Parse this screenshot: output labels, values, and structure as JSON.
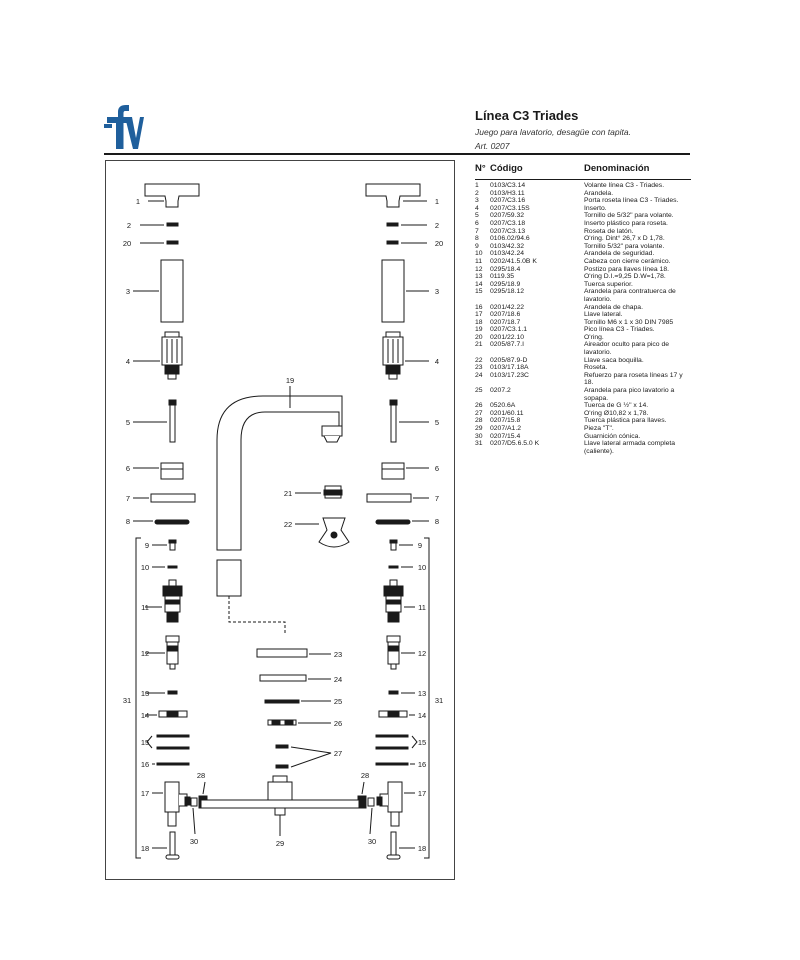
{
  "header": {
    "brand": "fv",
    "title": "Línea C3 Triades",
    "subtitle": "Juego para lavatorio, desagüe con tapita.",
    "article": "Art. 0207"
  },
  "parts_table": {
    "columns": {
      "number": "N°",
      "code": "Código",
      "name": "Denominación"
    },
    "rows": [
      {
        "n": "1",
        "code": "0103/C3.14",
        "name": "Volante línea C3 - Triades."
      },
      {
        "n": "2",
        "code": "0103/H3.11",
        "name": "Arandela."
      },
      {
        "n": "3",
        "code": "0207/C3.16",
        "name": "Porta roseta línea C3 - Triades."
      },
      {
        "n": "4",
        "code": "0207/C3.15S",
        "name": "Inserto."
      },
      {
        "n": "5",
        "code": "0207/59.32",
        "name": "Tornillo de 5/32\" para volante."
      },
      {
        "n": "6",
        "code": "0207/C3.18",
        "name": "Inserto plástico para roseta."
      },
      {
        "n": "7",
        "code": "0207/C3.13",
        "name": "Roseta de latón."
      },
      {
        "n": "8",
        "code": "0106.02/94.6",
        "name": "O'ring. Dint° 26,7 x D 1,78."
      },
      {
        "n": "9",
        "code": "0103/42.32",
        "name": "Tornillo 5/32\" para volante."
      },
      {
        "n": "10",
        "code": "0103/42.24",
        "name": "Arandela de seguridad."
      },
      {
        "n": "11",
        "code": "0202/41.5.0B K",
        "name": "Cabeza con cierre cerámico."
      },
      {
        "n": "12",
        "code": "0295/18.4",
        "name": "Postizo para llaves línea 18."
      },
      {
        "n": "13",
        "code": "0119.35",
        "name": "O'ring D.I.=9,25 D.W=1,78."
      },
      {
        "n": "14",
        "code": "0295/18.9",
        "name": "Tuerca superior."
      },
      {
        "n": "15",
        "code": "0295/18.12",
        "name": "Arandela para contratuerca de lavatorio."
      },
      {
        "n": "16",
        "code": "0201/42.22",
        "name": "Arandela de chapa."
      },
      {
        "n": "17",
        "code": "0207/18.6",
        "name": "Llave lateral."
      },
      {
        "n": "18",
        "code": "0207/18.7",
        "name": "Tornillo M6 x 1 x 30 DIN 7985"
      },
      {
        "n": "19",
        "code": "0207/C3.1.1",
        "name": "Pico línea C3 - Triades."
      },
      {
        "n": "20",
        "code": "0201/22.10",
        "name": "O'ring."
      },
      {
        "n": "21",
        "code": "0205/87.7.I",
        "name": "Aireador oculto para pico de lavatorio."
      },
      {
        "n": "22",
        "code": "0205/87.9-D",
        "name": "Llave saca boquilla."
      },
      {
        "n": "23",
        "code": "0103/17.18A",
        "name": "Roseta."
      },
      {
        "n": "24",
        "code": "0103/17.23C",
        "name": "Refuerzo para roseta líneas 17 y 18."
      },
      {
        "n": "25",
        "code": "0207.2",
        "name": "Arandela para pico lavatorio a sopapa."
      },
      {
        "n": "26",
        "code": "0520.6A",
        "name": "Tuerca de G ½\" x 14."
      },
      {
        "n": "27",
        "code": "0201/60.11",
        "name": "O'ring Ø10,82 x 1,78."
      },
      {
        "n": "28",
        "code": "0207/15.8",
        "name": "Tuerca plástica para llaves."
      },
      {
        "n": "29",
        "code": "0207/A1.2",
        "name": "Pieza \"T\"."
      },
      {
        "n": "30",
        "code": "0207/15.4",
        "name": "Guarnición cónica."
      },
      {
        "n": "31",
        "code": "0207/D5.6.5.0 K",
        "name": "Llave lateral armada completa (caliente)."
      }
    ]
  },
  "diagram": {
    "labels": {
      "l1": "1",
      "l2": "2",
      "l20": "20",
      "l3": "3",
      "l4": "4",
      "l5": "5",
      "l6": "6",
      "l7": "7",
      "l8": "8",
      "l9": "9",
      "l10": "10",
      "l11": "11",
      "l12": "12",
      "l13": "13",
      "l14": "14",
      "l15": "15",
      "l16": "16",
      "l17": "17",
      "l18": "18",
      "l19": "19",
      "l21": "21",
      "l22": "22",
      "l23": "23",
      "l24": "24",
      "l25": "25",
      "l26": "26",
      "l27": "27",
      "l28": "28",
      "l29": "29",
      "l30": "30",
      "l31": "31"
    },
    "colors": {
      "brand": "#1f5f9c",
      "line": "#1a1a1a"
    }
  }
}
